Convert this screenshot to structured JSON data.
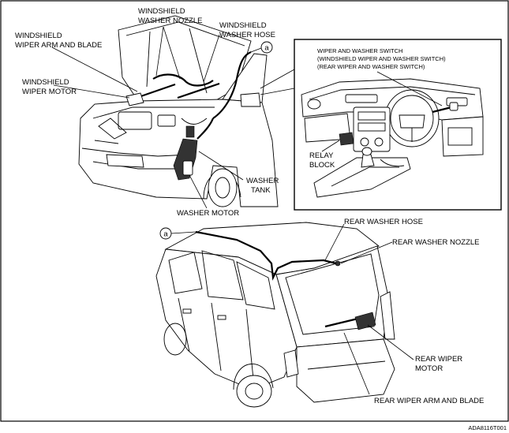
{
  "labels": {
    "washer_nozzle": [
      "WINDSHIELD",
      "WASHER NOZZLE"
    ],
    "washer_hose": [
      "WINDSHIELD",
      "WASHER HOSE"
    ],
    "wiper_arm": [
      "WINDSHIELD",
      "WIPER ARM AND BLADE"
    ],
    "wiper_motor": [
      "WINDSHIELD",
      "WIPER MOTOR"
    ],
    "washer_tank": [
      "WASHER",
      "TANK"
    ],
    "washer_motor": "WASHER MOTOR",
    "switch": [
      "WIPER AND WASHER SWITCH",
      "(WINDSHIELD WIPER AND WASHER SWITCH)",
      "(REAR WIPER AND WASHER SWITCH)"
    ],
    "relay_block": [
      "RELAY",
      "BLOCK"
    ],
    "rear_washer_hose": "REAR WASHER HOSE",
    "rear_washer_nozzle": "REAR WASHER NOZZLE",
    "rear_wiper_motor": [
      "REAR WIPER",
      "MOTOR"
    ],
    "rear_wiper_arm": "REAR WIPER ARM AND BLADE",
    "connection_marker": "a",
    "figure_code": "ADA8116T001"
  }
}
